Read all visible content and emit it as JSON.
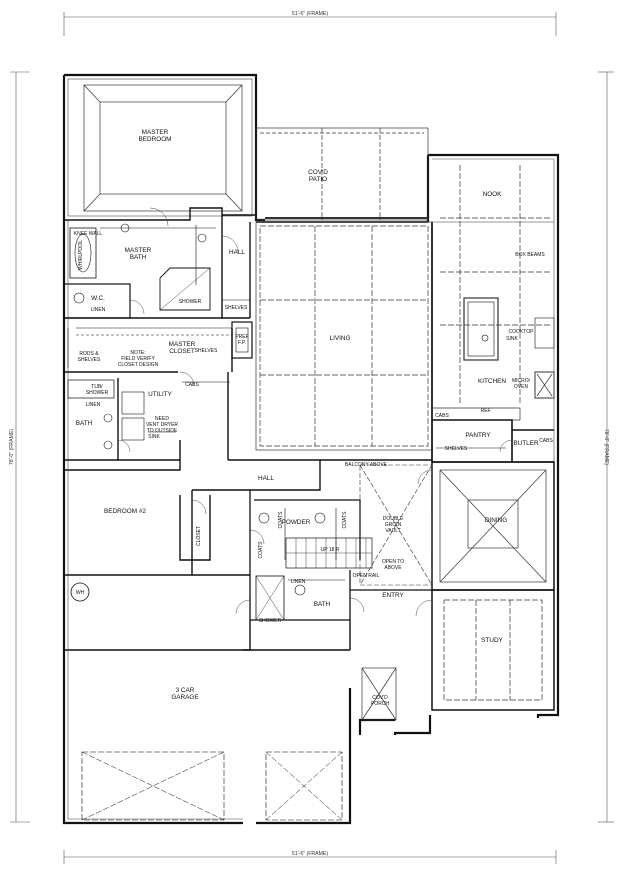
{
  "dimensions": {
    "top": "51'-6\" (FRAME)",
    "bottom": "51'-6\" (FRAME)",
    "left": "78'-0\" (FRAME)",
    "right": "78'-0\" (FRAME)"
  },
  "rooms": {
    "master_bedroom": [
      "MASTER",
      "BEDROOM"
    ],
    "covd_patio": [
      "COV'D",
      "PATIO"
    ],
    "nook": "NOOK",
    "master_bath": [
      "MASTER",
      "BATH"
    ],
    "hall_upper": "HALL",
    "living": "LIVING",
    "wc": "W.C.",
    "master_closet": [
      "MASTER",
      "CLOSET"
    ],
    "kitchen": "KITCHEN",
    "utility": "UTILITY",
    "bath_left": "BATH",
    "pantry": "PANTRY",
    "butler": "BUTLER",
    "hall_mid": "HALL",
    "bedroom2": "BEDROOM #2",
    "powder": "POWDER",
    "dining": "DINING",
    "entry": "ENTRY",
    "bath_center": "BATH",
    "study": "STUDY",
    "garage": [
      "3 CAR",
      "GARAGE"
    ],
    "covd_porch": [
      "COV'D",
      "PORCH"
    ]
  },
  "notes": {
    "whirlpool": "WHIRLPOOL",
    "knee_wall": "KNEE WALL",
    "shower_mb": "SHOWER",
    "shelves_mb": "SHELVES",
    "linen_wc": "LINEN",
    "fireplace": [
      "PREF",
      "F.P."
    ],
    "box_beams": "BOX BEAMS",
    "cooktop": "COOKTOP",
    "sink_k": "SINK",
    "micro_oven": [
      "MICRO/",
      "OVEN"
    ],
    "shelves_mc": "SHELVES",
    "rods_shelves": [
      "RODS &",
      "SHELVES"
    ],
    "note_mc": [
      "NOTE:",
      "FIELD VERIFY",
      "CLOSET DESIGN"
    ],
    "tub_shower": [
      "TUB/",
      "SHOWER"
    ],
    "linen_bath": "LINEN",
    "cabs_util": "CABS",
    "need_vent": [
      "NEED",
      "VENT DRYER",
      "TO OUTSIDE"
    ],
    "sink_util": "SINK",
    "cabs_k": "CABS",
    "ref": "REF.",
    "shelves_p": "SHELVES",
    "cabs_b": "CABS",
    "balcony": "BALCONY ABOVE",
    "double_vault": [
      "DOUBLE",
      "GROIN",
      "VAULT"
    ],
    "closet_b2": "CLOSET",
    "coats1": "COATS",
    "coats2": "COATS",
    "coats3": "COATS",
    "up_stairs": "UP 18 R",
    "open_above": [
      "OPEN TO",
      "ABOVE"
    ],
    "open_rail": "OPEN RAIL",
    "linen_c": "LINEN",
    "shower_c": "SHOWER",
    "wh": "WH"
  }
}
